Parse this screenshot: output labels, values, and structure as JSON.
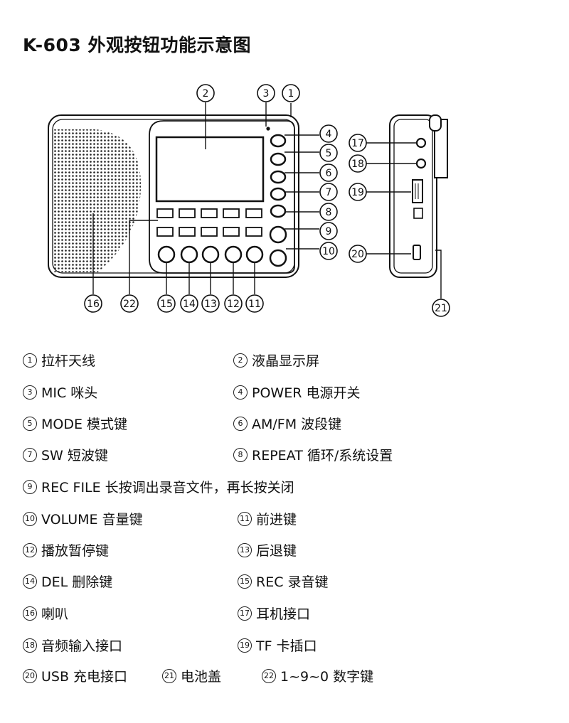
{
  "title": "K-603 外观按钮功能示意图",
  "callouts": {
    "c1": "1",
    "c2": "2",
    "c3": "3",
    "c4": "4",
    "c5": "5",
    "c6": "6",
    "c7": "7",
    "c8": "8",
    "c9": "9",
    "c10": "10",
    "c11": "11",
    "c12": "12",
    "c13": "13",
    "c14": "14",
    "c15": "15",
    "c16": "16",
    "c17": "17",
    "c18": "18",
    "c19": "19",
    "c20": "20",
    "c21": "21",
    "c22": "22"
  },
  "legend": [
    {
      "n": "1",
      "text": "拉杆天线"
    },
    {
      "n": "2",
      "text": "液晶显示屏"
    },
    {
      "n": "3",
      "text": "MIC  咪头"
    },
    {
      "n": "4",
      "text": "POWER  电源开关"
    },
    {
      "n": "5",
      "text": "MODE    模式键"
    },
    {
      "n": "6",
      "text": "AM/FM 波段键"
    },
    {
      "n": "7",
      "text": "SW  短波键"
    },
    {
      "n": "8",
      "text": "REPEAT  循环/系统设置"
    },
    {
      "n": "9",
      "text": "REC FILE  长按调出录音文件，再长按关闭"
    },
    {
      "n": "10",
      "text": "VOLUME  音量键"
    },
    {
      "n": "11",
      "text": "前进键"
    },
    {
      "n": "12",
      "text": "播放暂停键"
    },
    {
      "n": "13",
      "text": "后退键"
    },
    {
      "n": "14",
      "text": "DEL  删除键"
    },
    {
      "n": "15",
      "text": "REC 录音键"
    },
    {
      "n": "16",
      "text": "喇叭"
    },
    {
      "n": "17",
      "text": "耳机接口"
    },
    {
      "n": "18",
      "text": "音频输入接口"
    },
    {
      "n": "19",
      "text": "TF 卡插口"
    },
    {
      "n": "20",
      "text": "USB 充电接口"
    },
    {
      "n": "21",
      "text": "电池盖"
    },
    {
      "n": "22",
      "text": "1~9~0 数字键"
    }
  ]
}
